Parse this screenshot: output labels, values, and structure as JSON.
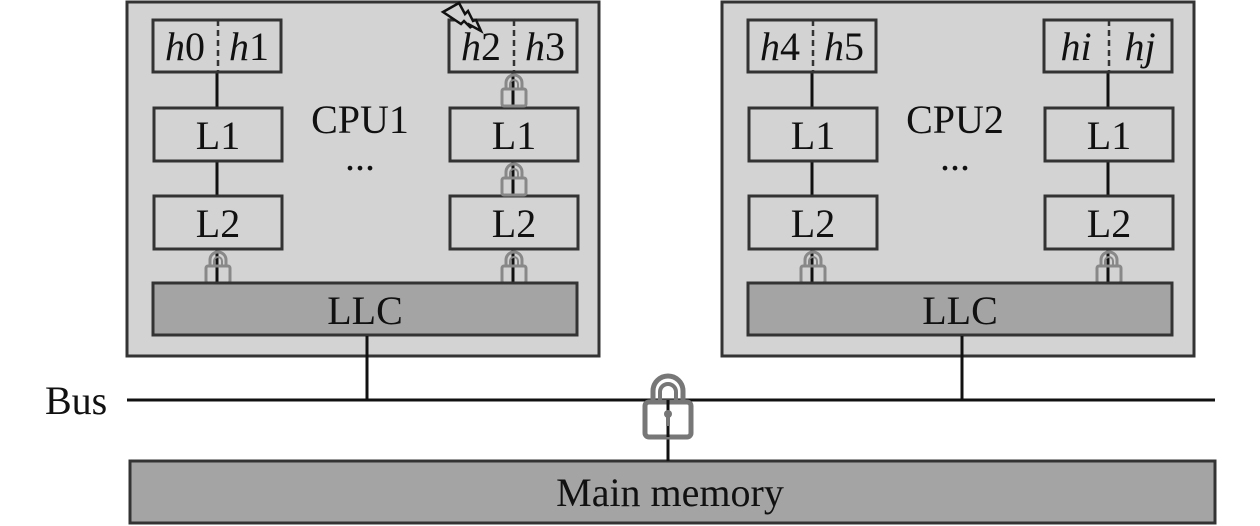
{
  "colors": {
    "cpu_fill": "#d3d3d3",
    "llc_fill": "#a4a4a4",
    "memory_fill": "#a4a4a4",
    "lock": "#777777",
    "stroke": "#333333"
  },
  "cpus": [
    {
      "label": "CPU1",
      "ellipsis": "...",
      "cores": [
        {
          "threads": [
            {
              "var": "h",
              "num": "0"
            },
            {
              "var": "h",
              "num": "1"
            }
          ],
          "l1": "L1",
          "l2": "L2",
          "locks": [
            "l2-llc"
          ],
          "fault": false
        },
        {
          "threads": [
            {
              "var": "h",
              "num": "2"
            },
            {
              "var": "h",
              "num": "3"
            }
          ],
          "l1": "L1",
          "l2": "L2",
          "locks": [
            "thread-l1",
            "l1-l2",
            "l2-llc"
          ],
          "fault": true
        }
      ],
      "llc": "LLC"
    },
    {
      "label": "CPU2",
      "ellipsis": "...",
      "cores": [
        {
          "threads": [
            {
              "var": "h",
              "num": "4"
            },
            {
              "var": "h",
              "num": "5"
            }
          ],
          "l1": "L1",
          "l2": "L2",
          "locks": [
            "l2-llc"
          ],
          "fault": false
        },
        {
          "threads": [
            {
              "var": "hi",
              "num": ""
            },
            {
              "var": "hj",
              "num": ""
            }
          ],
          "l1": "L1",
          "l2": "L2",
          "locks": [
            "l2-llc"
          ],
          "fault": false
        }
      ],
      "llc": "LLC"
    }
  ],
  "bus": {
    "label": "Bus",
    "lock_icon": "padlock-icon"
  },
  "memory": {
    "label": "Main memory"
  }
}
